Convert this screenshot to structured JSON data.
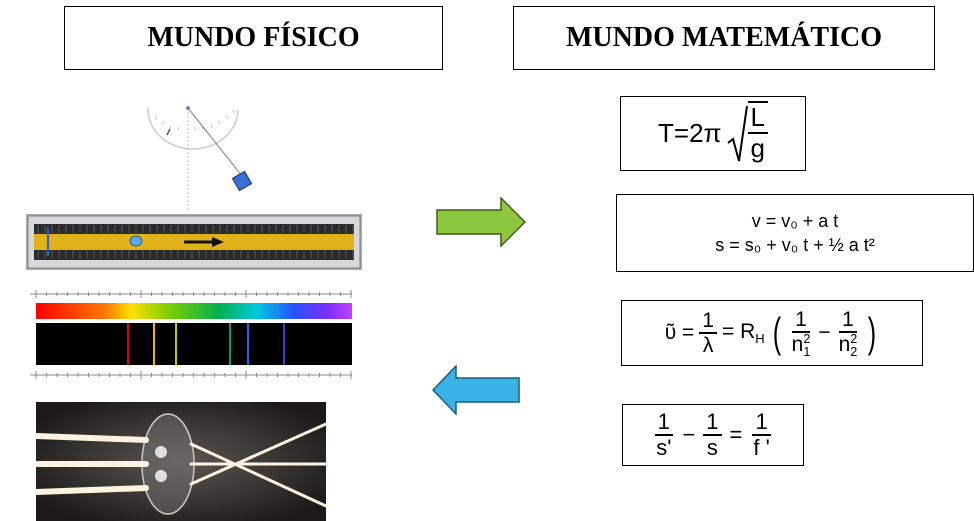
{
  "titles": {
    "physical_world": "MUNDO FÍSICO",
    "math_world": "MUNDO MATEMÁTICO"
  },
  "formulas": {
    "pendulum": {
      "lhs": "T=2π",
      "num": "L",
      "den": "g"
    },
    "kinematics": {
      "line1": "v = v₀  + a t",
      "line2": "s = s₀ + v₀ t + ½ a t²"
    },
    "rydberg": {
      "lhs": "ῦ =",
      "one": "1",
      "lambda": "λ",
      "eq": "= R",
      "sub_h": "H",
      "n1": "n",
      "n1_sub": "1",
      "n2": "n",
      "n2_sub": "2",
      "sq": "2",
      "minus": "−"
    },
    "lens": {
      "one": "1",
      "s_prime": "s'",
      "minus": "−",
      "s": "s",
      "eq": "=",
      "f_prime": "f '"
    }
  },
  "colors": {
    "green_arrow": "#8dc63f",
    "blue_arrow": "#3ab4e6",
    "track_yellow": "#e0b21a",
    "border": "#000000"
  },
  "icons": [
    "pendulum-illustration",
    "track-cart-illustration",
    "spectrum-illustration",
    "lens-photo-illustration",
    "right-arrow-icon",
    "left-arrow-icon"
  ]
}
